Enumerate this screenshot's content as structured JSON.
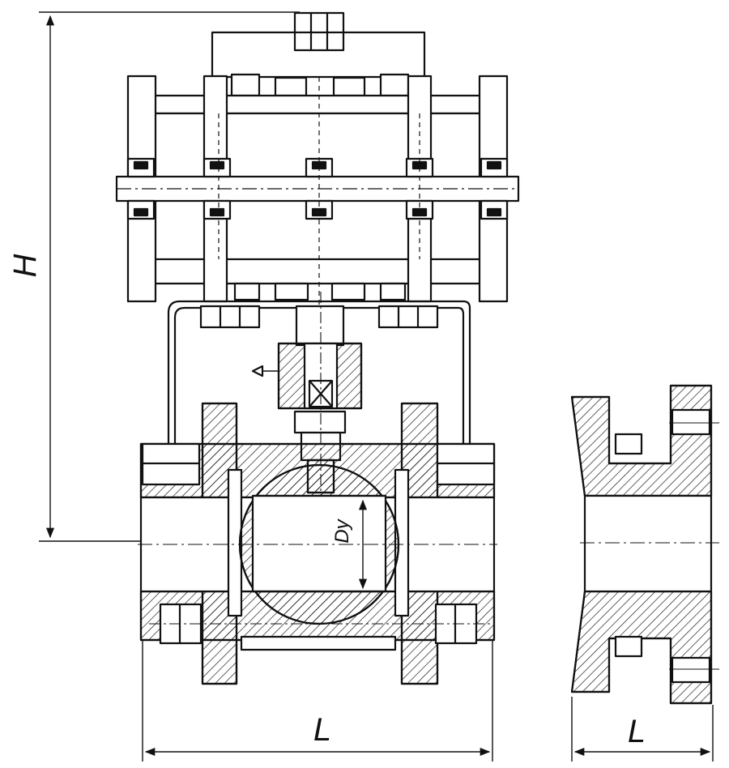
{
  "drawing": {
    "labels": {
      "height": "H",
      "length_main": "L",
      "length_side": "L",
      "nominal_diameter": "Dy"
    },
    "colors": {
      "line": "#111111",
      "hatch": "#111111",
      "paper": "#ffffff"
    }
  }
}
